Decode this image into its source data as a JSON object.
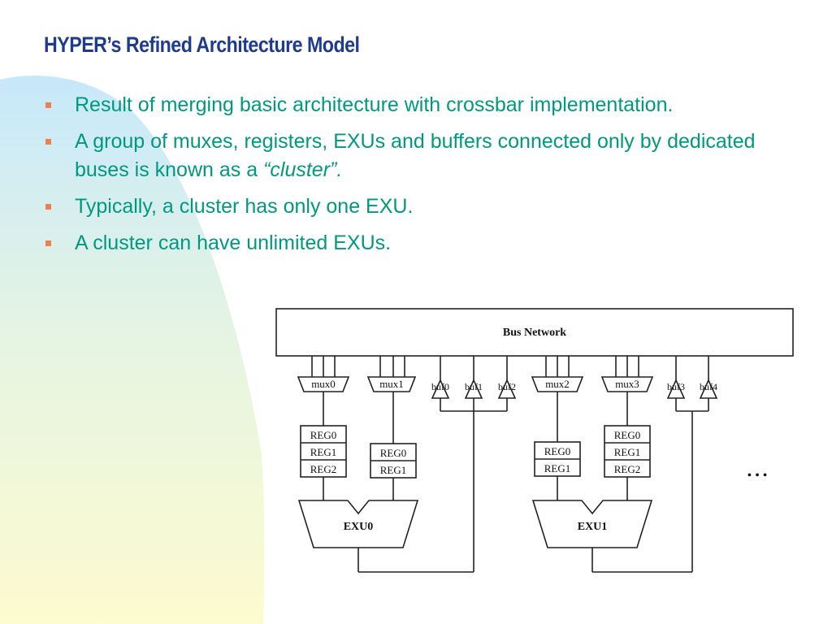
{
  "slide": {
    "title": "HYPER’s Refined Architecture Model",
    "bullets": [
      {
        "text": "Result of merging basic architecture with crossbar implementation.",
        "emphasis": ""
      },
      {
        "text": "A group of muxes, registers, EXUs and buffers connected only by dedicated buses is known as a ",
        "emphasis": "“cluster”."
      },
      {
        "text": "Typically, a cluster has only one EXU.",
        "emphasis": ""
      },
      {
        "text": "A cluster can have unlimited EXUs.",
        "emphasis": ""
      }
    ]
  },
  "diagram": {
    "bus_label": "Bus Network",
    "muxes": [
      "mux0",
      "mux1",
      "mux2",
      "mux3"
    ],
    "buffers": [
      "buf0",
      "buf1",
      "buf2",
      "buf3",
      "buf4"
    ],
    "register_files": [
      [
        "REG0",
        "REG1",
        "REG2"
      ],
      [
        "REG0",
        "REG1"
      ],
      [
        "REG0",
        "REG1"
      ],
      [
        "REG0",
        "REG1",
        "REG2"
      ]
    ],
    "exus": [
      "EXU0",
      "EXU1"
    ],
    "ellipsis": "• • •"
  },
  "colors": {
    "title": "#1f3c8c",
    "bullet_text": "#009980",
    "bullet_marker": "#f0804a",
    "background_blue": "#c9e9fb",
    "background_yellow": "#fdfbd0"
  }
}
